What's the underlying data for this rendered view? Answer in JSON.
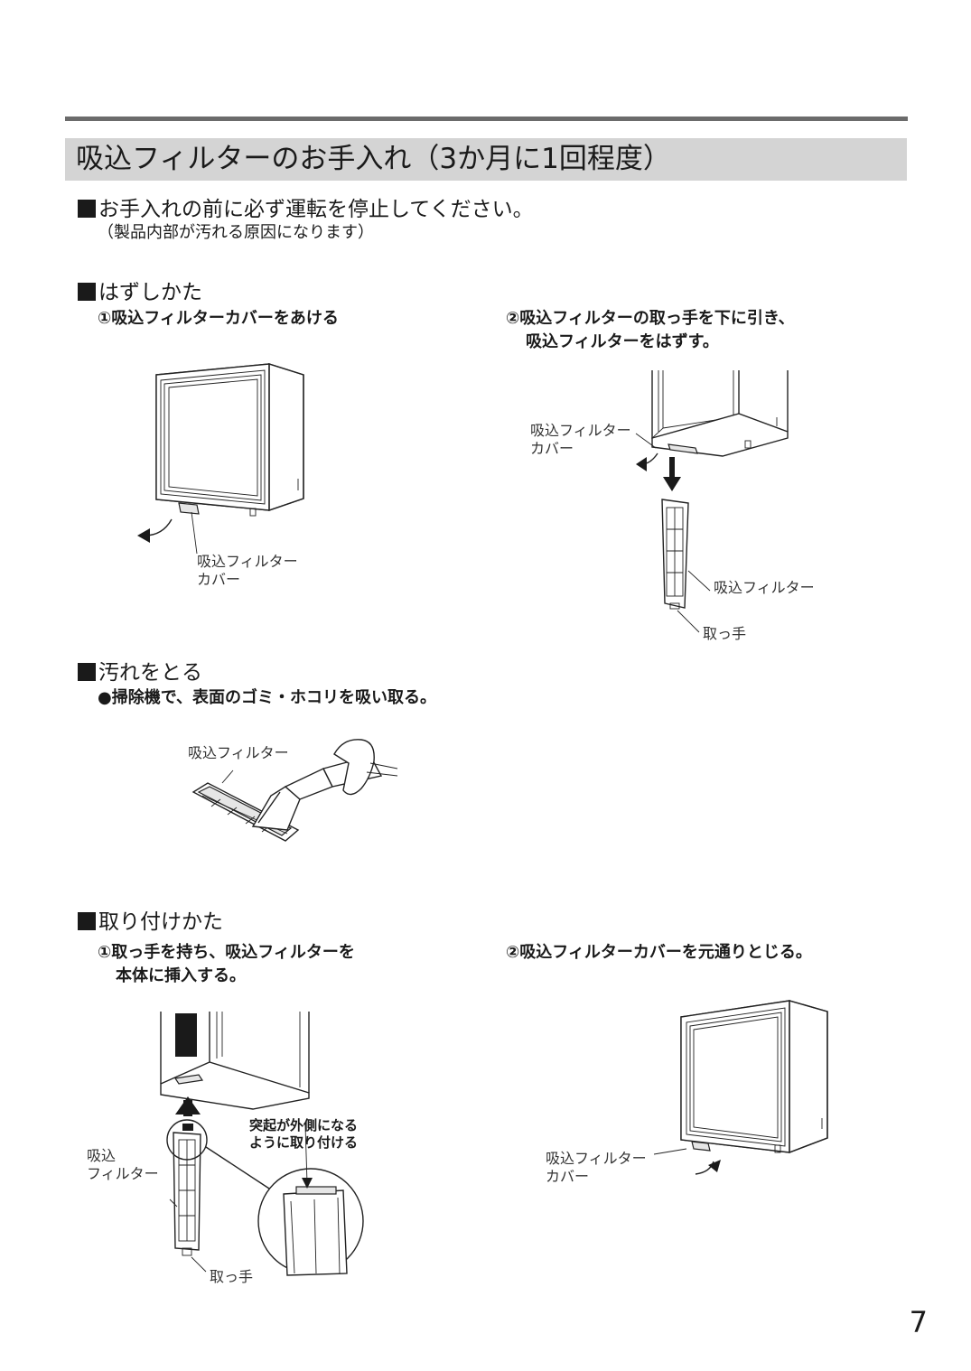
{
  "title": "吸込フィルターのお手入れ（3か月に1回程度）",
  "notice": {
    "heading": "お手入れの前に必ず運転を停止してください。",
    "sub": "（製品内部が汚れる原因になります）"
  },
  "removal": {
    "heading": "はずしかた",
    "step1": "①吸込フィルターカバーをあける",
    "step2_line1": "②吸込フィルターの取っ手を下に引き、",
    "step2_line2": "吸込フィルターをはずす。",
    "fig1_label_line1": "吸込フィルター",
    "fig1_label_line2": "カバー",
    "fig2_cover_line1": "吸込フィルター",
    "fig2_cover_line2": "カバー",
    "fig2_filter": "吸込フィルター",
    "fig2_handle": "取っ手"
  },
  "cleaning": {
    "heading": "汚れをとる",
    "bullet": "●掃除機で、表面のゴミ・ホコリを吸い取る。",
    "fig_label": "吸込フィルター"
  },
  "install": {
    "heading": "取り付けかた",
    "step1_line1": "①取っ手を持ち、吸込フィルターを",
    "step1_line2": "本体に挿入する。",
    "step2": "②吸込フィルターカバーを元通りとじる。",
    "fig1_filter_line1": "吸込",
    "fig1_filter_line2": "フィルター",
    "fig1_handle": "取っ手",
    "fig1_note_line1": "突起が外側になる",
    "fig1_note_line2": "ように取り付ける",
    "fig2_cover_line1": "吸込フィルター",
    "fig2_cover_line2": "カバー"
  },
  "page_number": "7"
}
